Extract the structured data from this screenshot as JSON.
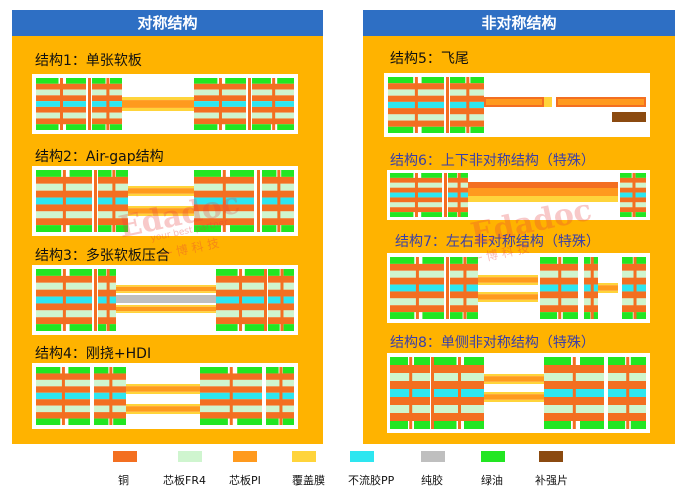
{
  "left_panel": {
    "title": "对称结构",
    "items": [
      {
        "label": "结构1：单张软板"
      },
      {
        "label": "结构2：Air-gap结构"
      },
      {
        "label": "结构3：多张软板压合"
      },
      {
        "label": "结构4：刚挠+HDI"
      }
    ]
  },
  "right_panel": {
    "title": "非对称结构",
    "items": [
      {
        "label": "结构5：飞尾"
      },
      {
        "label": "结构6：上下非对称结构（特殊）"
      },
      {
        "label": "结构7：左右非对称结构（特殊）"
      },
      {
        "label": "结构8：单侧非对称结构（特殊）"
      }
    ]
  },
  "watermark": {
    "text": "Edadoc",
    "tagline": "your best partner",
    "chinese": "一 博 科 技"
  },
  "colors": {
    "copper": "#F36F21",
    "fr4": "#CFF5CF",
    "pi": "#FF9A1E",
    "coverlay": "#FFD43B",
    "noflow_pp": "#2EE6F0",
    "adhesive": "#BFBFBF",
    "soldermask": "#22E622",
    "stiffener": "#8B4A10",
    "panel": "#FFB300",
    "header": "#2E6FC4"
  },
  "legend": [
    {
      "label": "铜",
      "color_key": "copper"
    },
    {
      "label": "芯板FR4",
      "color_key": "fr4"
    },
    {
      "label": "芯板PI",
      "color_key": "pi"
    },
    {
      "label": "覆盖膜",
      "color_key": "coverlay"
    },
    {
      "label": "不流胶PP",
      "color_key": "noflow_pp"
    },
    {
      "label": "纯胶",
      "color_key": "adhesive"
    },
    {
      "label": "绿油",
      "color_key": "soldermask"
    },
    {
      "label": "补强片",
      "color_key": "stiffener"
    }
  ]
}
